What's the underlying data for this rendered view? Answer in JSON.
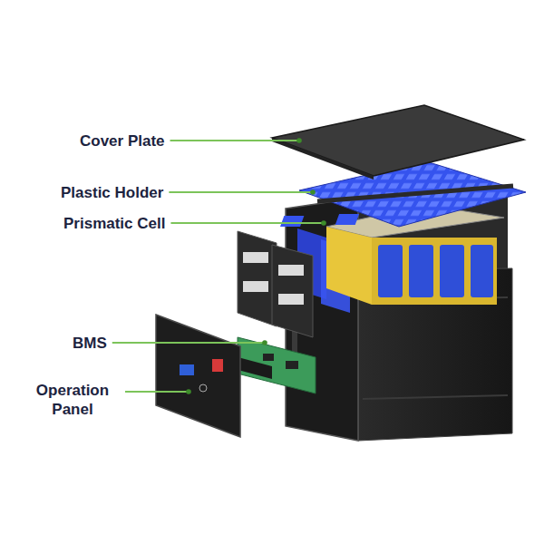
{
  "diagram": {
    "labels": [
      "Cover Plate",
      "Plastic Holder",
      "Prismatic Cell",
      "BMS",
      "Operation Panel"
    ]
  }
}
